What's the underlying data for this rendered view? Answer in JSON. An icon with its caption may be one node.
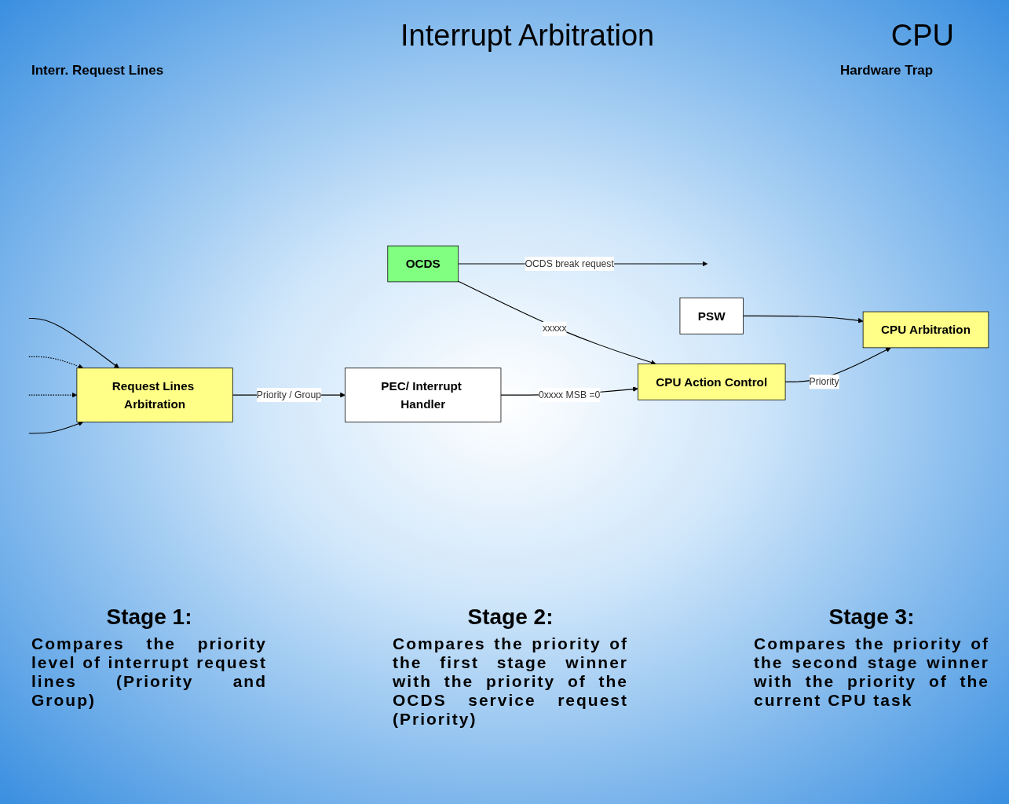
{
  "diagram": {
    "title": "Interrupt Arbitration",
    "nodes": [
      {
        "text": [
          "Request Lines Arbitration"
        ]
      },
      {
        "text": [
          "OCDS"
        ]
      },
      {
        "text": [
          "PEC/ Interrupt Handler"
        ]
      },
      {
        "text": [
          "CPU Action Control"
        ]
      },
      {
        "text": [
          "CPU Arbitration"
        ]
      },
      {
        "text": [
          "PSW"
        ]
      }
    ],
    "edges": [
      {
        "from": null,
        "to": 0,
        "arrow": "to"
      },
      {
        "from": null,
        "to": 0,
        "arrow": "to",
        "style": "dashed"
      },
      {
        "from": null,
        "to": 0,
        "arrow": "to",
        "style": "dashed"
      },
      {
        "from": null,
        "to": 0,
        "arrow": "to"
      },
      {
        "from": 1,
        "to": null,
        "arrow": "to",
        "label": "OCDS break request"
      },
      {
        "from": 1,
        "to": 3,
        "arrow": "to",
        "label": "xxxxx"
      },
      {
        "from": 0,
        "to": 2,
        "arrow": "to",
        "label": "Priority / Group"
      },
      {
        "from": 2,
        "to": 3,
        "arrow": "to",
        "label": "0xxxx MSB =0"
      },
      {
        "from": 3,
        "to": 4,
        "arrow": "to",
        "label": "Priority"
      },
      {
        "from": 5,
        "to": 4,
        "arrow": "to"
      }
    ],
    "labels": [
      "CPU",
      "Interr. Request Lines",
      "Hardware Trap",
      "Stage 1:",
      "Compares the priority level of interrupt request lines (Priority and Group)",
      "Stage 2:",
      "Compares the priority of the first stage winner with the priority of the OCDS service request (Priority)",
      "Stage 3:",
      "Compares the priority of the second stage winner with the priority of the current CPU task"
    ]
  }
}
